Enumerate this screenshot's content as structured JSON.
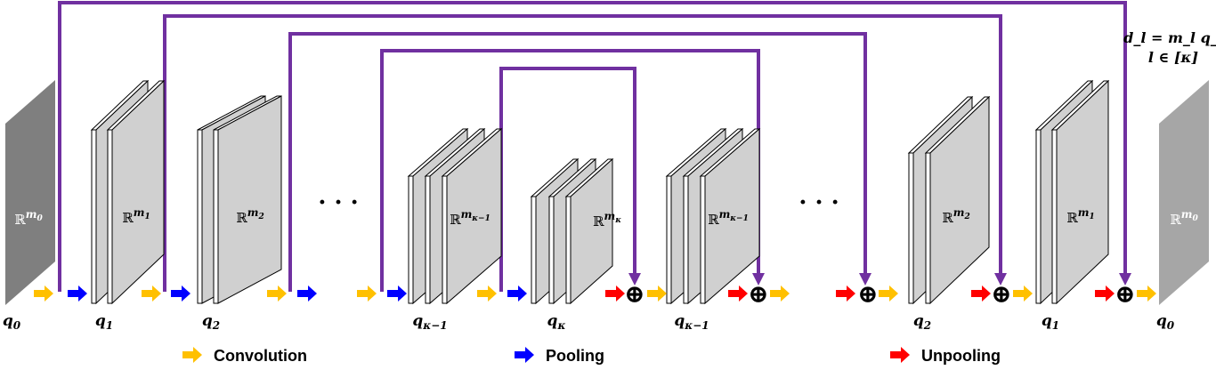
{
  "diagram": {
    "colors": {
      "conv": "#FFC000",
      "pool": "#0000FF",
      "unpool": "#FF0000",
      "skip": "#7030A0",
      "input": "#7F7F7F",
      "output": "#A6A6A6",
      "layer": "#D0D0D0"
    },
    "equation": {
      "line1": "d_l = m_l q_l",
      "line2": "l ∈ [κ]"
    },
    "dots": "· · ·",
    "plus": "⊕",
    "stages": [
      {
        "space_base": "ℝ",
        "space_exp": "m",
        "space_sub": "0",
        "label_main": "q",
        "label_sub": "0"
      },
      {
        "space_base": "ℝ",
        "space_exp": "m",
        "space_sub": "1",
        "label_main": "q",
        "label_sub": "1"
      },
      {
        "space_base": "ℝ",
        "space_exp": "m",
        "space_sub": "2",
        "label_main": "q",
        "label_sub": "2"
      },
      {
        "space_base": "ℝ",
        "space_exp": "m",
        "space_sub": "κ−1",
        "label_main": "q",
        "label_sub": "κ−1"
      },
      {
        "space_base": "ℝ",
        "space_exp": "m",
        "space_sub": "κ",
        "label_main": "q",
        "label_sub": "κ"
      },
      {
        "space_base": "ℝ",
        "space_exp": "m",
        "space_sub": "κ−1",
        "label_main": "q",
        "label_sub": "κ−1"
      },
      {
        "space_base": "ℝ",
        "space_exp": "m",
        "space_sub": "2",
        "label_main": "q",
        "label_sub": "2"
      },
      {
        "space_base": "ℝ",
        "space_exp": "m",
        "space_sub": "1",
        "label_main": "q",
        "label_sub": "1"
      },
      {
        "space_base": "ℝ",
        "space_exp": "m",
        "space_sub": "0",
        "label_main": "q",
        "label_sub": "0"
      }
    ],
    "legend": {
      "conv": "Convolution",
      "pool": "Pooling",
      "unpool": "Unpooling"
    }
  }
}
